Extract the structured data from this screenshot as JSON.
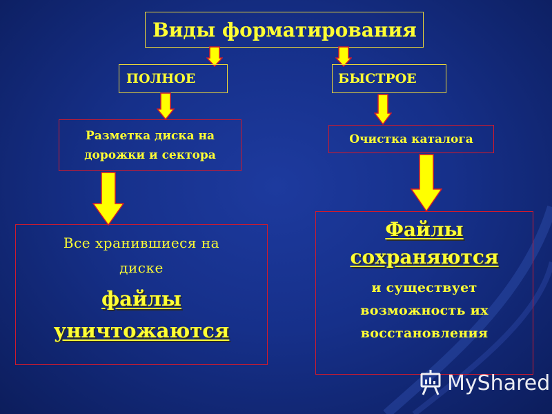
{
  "diagram": {
    "title": "Виды форматирования",
    "full": {
      "label": "ПОЛНОЕ",
      "step": [
        "Разметка диска на",
        "дорожки и сектора"
      ],
      "result_plain": [
        "Все хранившиеся на",
        "диске"
      ],
      "result_strong": [
        "файлы",
        "уничтожаются"
      ]
    },
    "fast": {
      "label": "БЫСТРОЕ",
      "step": "Очистка каталога",
      "result_strong": [
        "Файлы",
        "сохраняются"
      ],
      "result_plain": [
        "и существует",
        "возможность их",
        "восстановления"
      ]
    }
  },
  "watermark": {
    "text": "MyShared",
    "icon": "presentation-board-icon"
  },
  "colors": {
    "background": "#16308a",
    "text": "#ffff33",
    "title_border": "#e8d43a",
    "box_border": "#d01a2c",
    "arrow_fill": "#ffff00",
    "arrow_outline": "#d01a2c"
  }
}
